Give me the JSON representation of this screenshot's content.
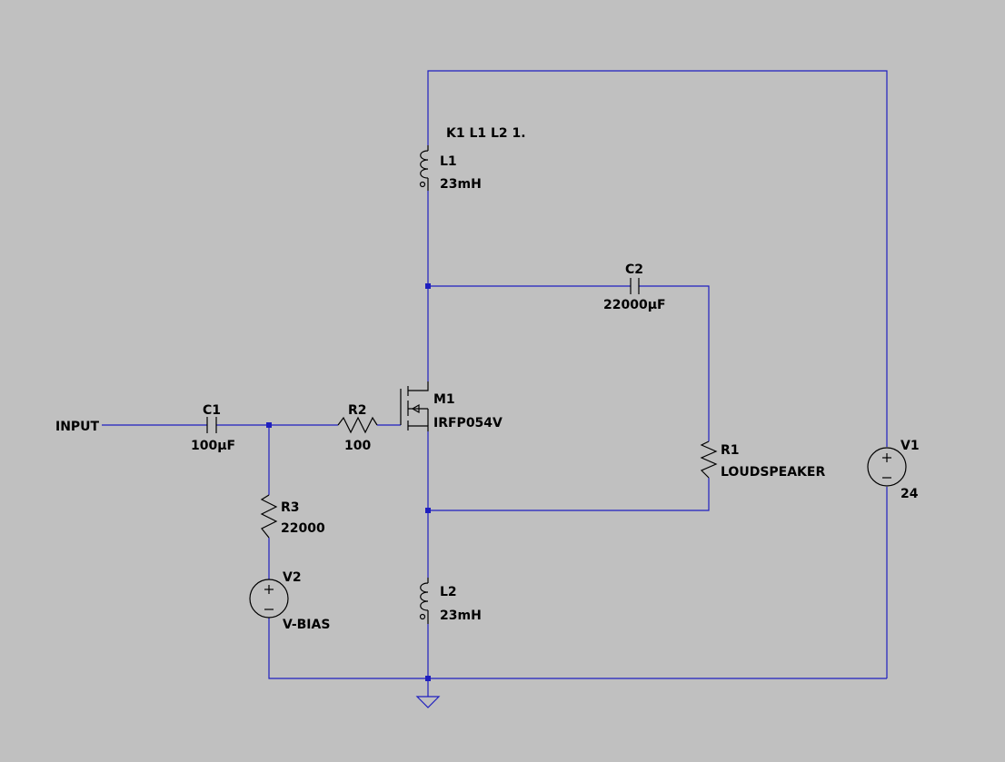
{
  "colors": {
    "background": "#c0c0c0",
    "wire": "#1f1fbf",
    "component": "#000000"
  },
  "net_labels": {
    "input": "INPUT"
  },
  "directive": "K1 L1 L2 1.",
  "components": {
    "C1": {
      "ref": "C1",
      "value": "100µF"
    },
    "R2": {
      "ref": "R2",
      "value": "100"
    },
    "R3": {
      "ref": "R3",
      "value": "22000"
    },
    "V2": {
      "ref": "V2",
      "value": "V-BIAS"
    },
    "M1": {
      "ref": "M1",
      "value": "IRFP054V"
    },
    "L1": {
      "ref": "L1",
      "value": "23mH"
    },
    "L2": {
      "ref": "L2",
      "value": "23mH"
    },
    "C2": {
      "ref": "C2",
      "value": "22000µF"
    },
    "R1": {
      "ref": "R1",
      "value": "LOUDSPEAKER"
    },
    "V1": {
      "ref": "V1",
      "value": "24"
    }
  }
}
